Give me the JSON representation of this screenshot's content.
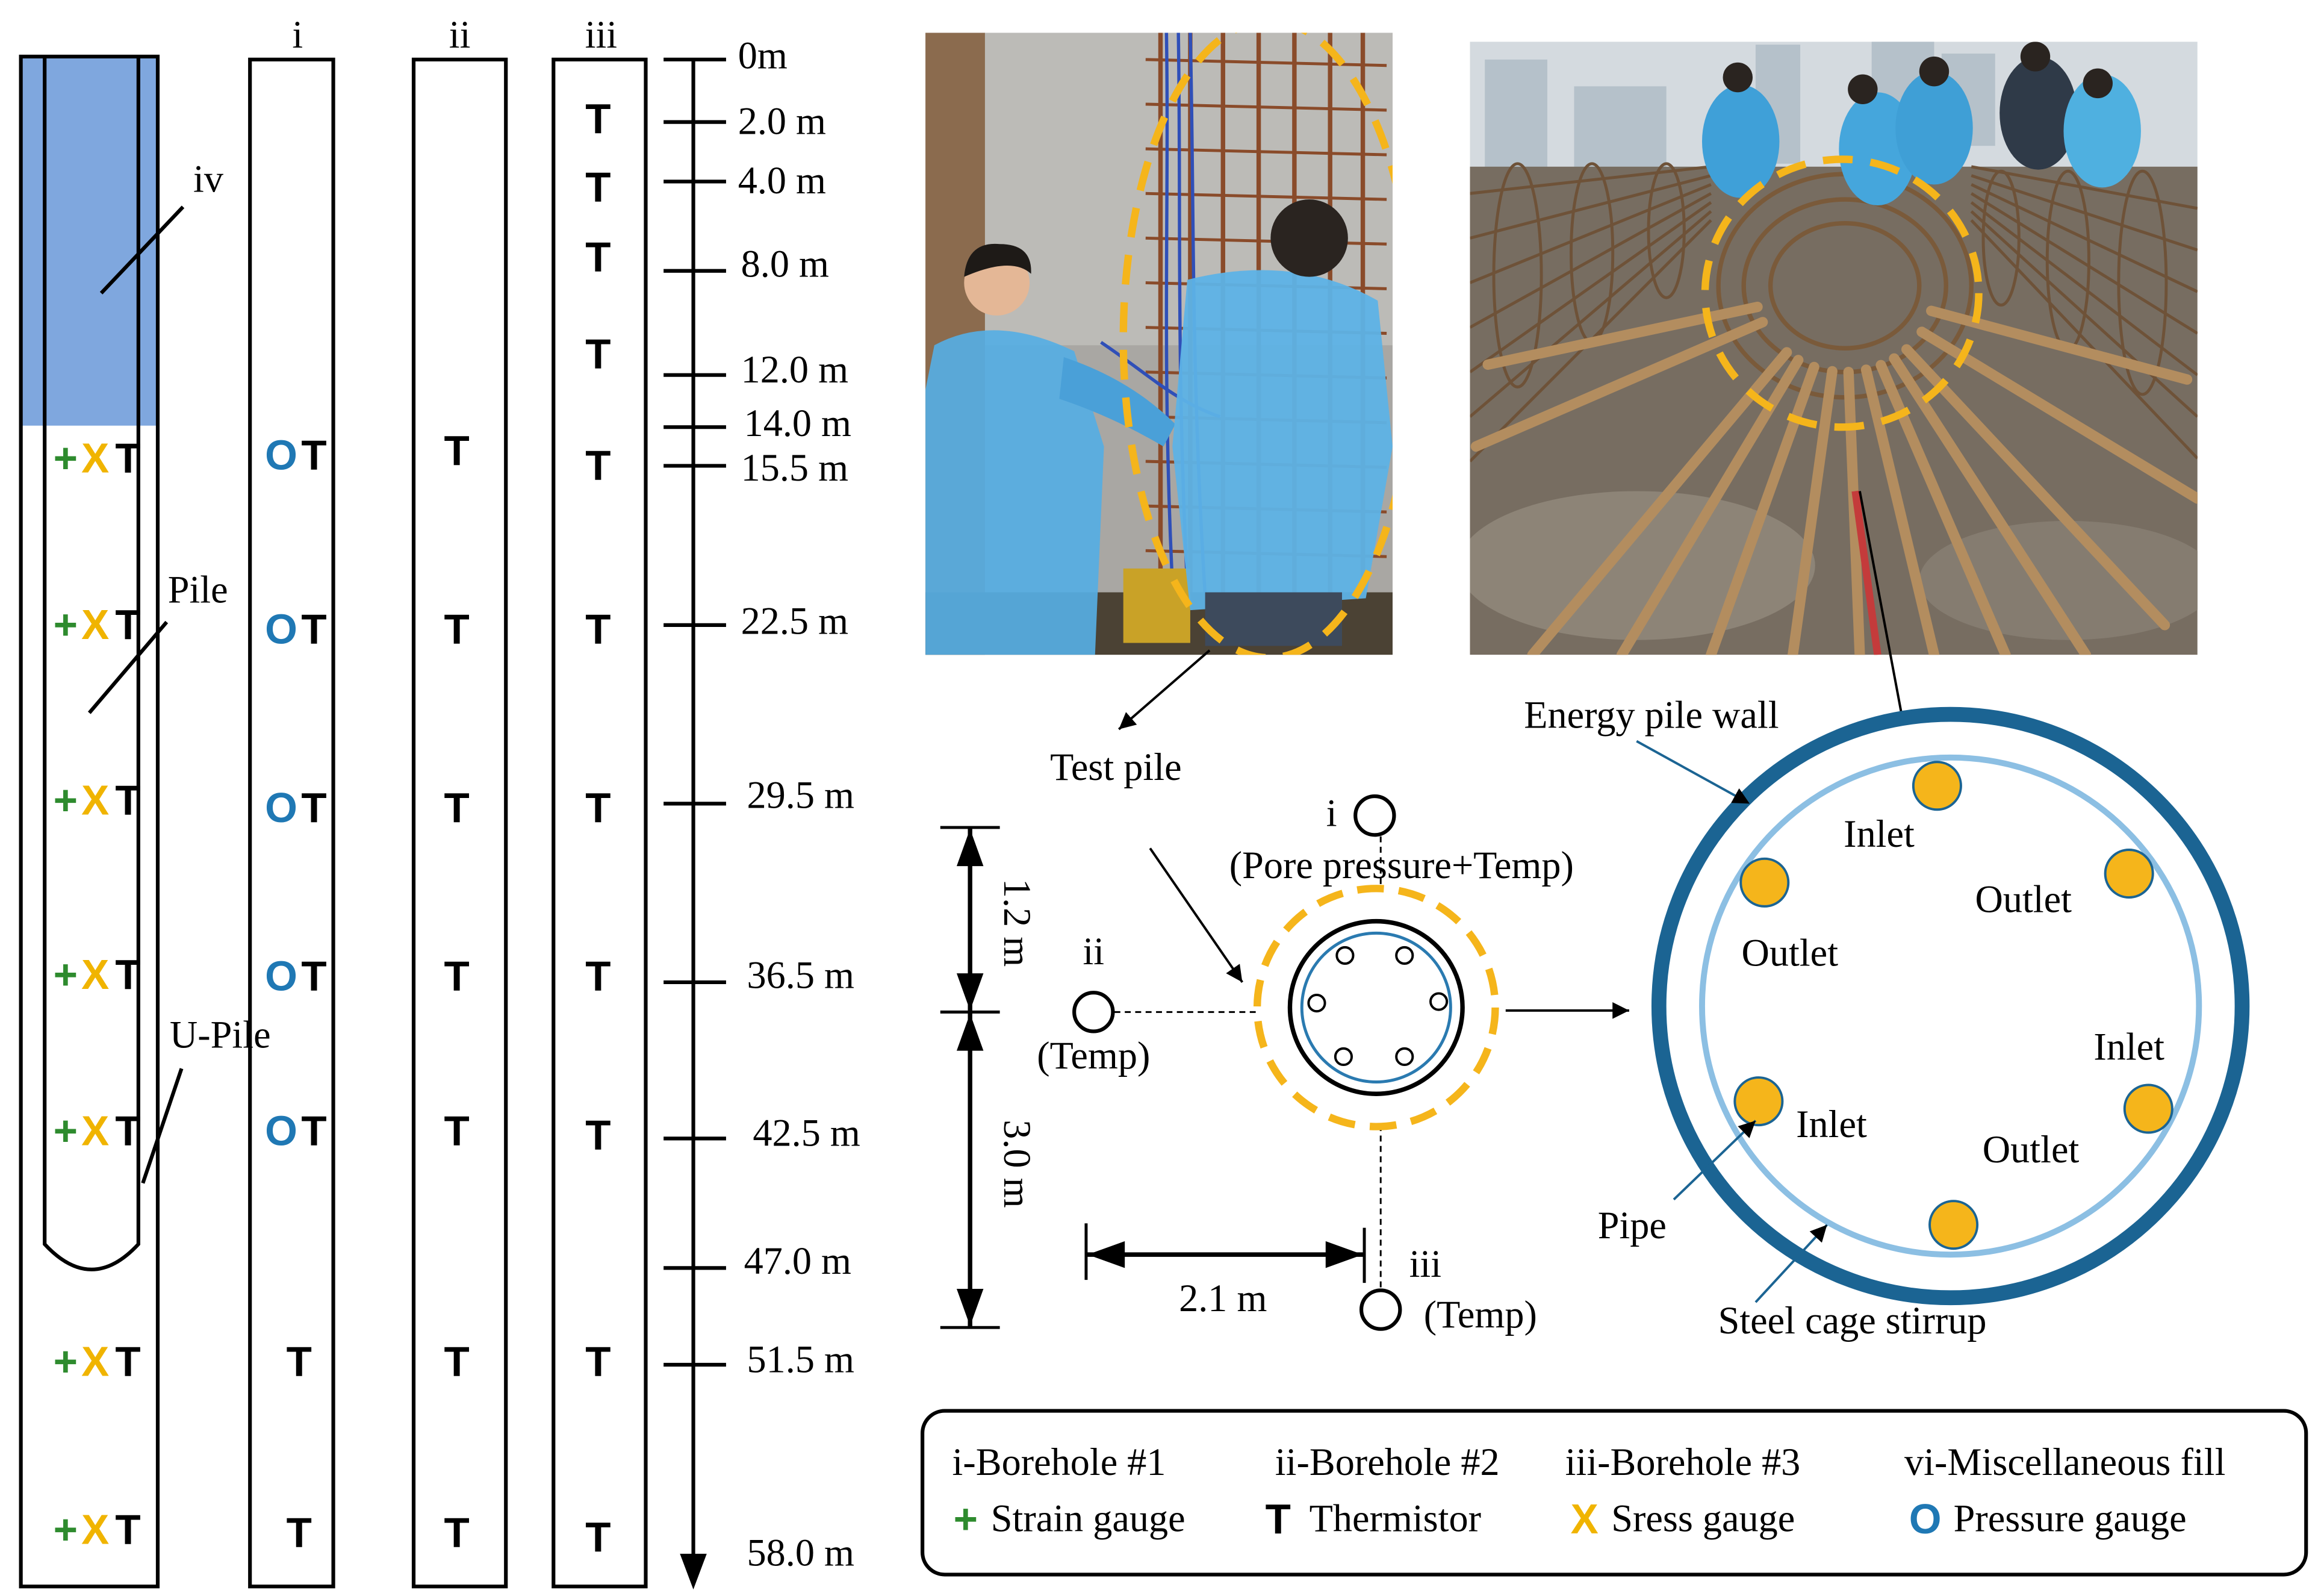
{
  "figure": {
    "column_headers": [
      "i",
      "ii",
      "iii"
    ],
    "pile_labels": {
      "iv": "iv",
      "pile": "Pile",
      "u_pile": "U-Pile"
    },
    "markers": {
      "strain": "+",
      "stress": "X",
      "thermistor": "T",
      "pressure": "O"
    },
    "depth_labels": [
      "0m",
      "2.0 m",
      "4.0 m",
      "8.0 m",
      "12.0 m",
      "14.0 m",
      "15.5 m",
      "22.5 m",
      "29.5 m",
      "36.5 m",
      "42.5 m",
      "47.0 m",
      "51.5 m",
      "58.0 m"
    ],
    "plan_view": {
      "test_pile": "Test pile",
      "borehole_i": "i",
      "borehole_i_note": "(Pore pressure+Temp)",
      "borehole_ii": "ii",
      "borehole_ii_note": "(Temp)",
      "borehole_iii": "iii",
      "borehole_iii_note": "(Temp)",
      "dim_vertical_1": "1.2 m",
      "dim_vertical_2": "3.0 m",
      "dim_horizontal": "2.1 m"
    },
    "cross_section": {
      "wall_label": "Energy pile wall",
      "pipe_labels": [
        "Inlet",
        "Outlet",
        "Outlet",
        "Inlet",
        "Inlet",
        "Outlet"
      ],
      "pipe": "Pipe",
      "stirrup": "Steel cage stirrup"
    },
    "legend": {
      "boreholes": [
        "i-Borehole #1",
        "ii-Borehole #2",
        "iii-Borehole #3",
        "vi-Miscellaneous fill"
      ],
      "strain_gauge": "Strain gauge",
      "thermistor": "Thermistor",
      "stress_gauge": "Sress gauge",
      "pressure_gauge": "Pressure gauge"
    },
    "colors": {
      "fill_zone": "#7fa7de",
      "strain": "#2e8b2e",
      "stress": "#f0b400",
      "thermistor": "#000000",
      "pressure": "#1f78b4",
      "pile_wall": "#1b6493",
      "stirrup": "#8cbfe3",
      "pipe": "#f5b51b",
      "highlight": "#f5b51b"
    }
  }
}
